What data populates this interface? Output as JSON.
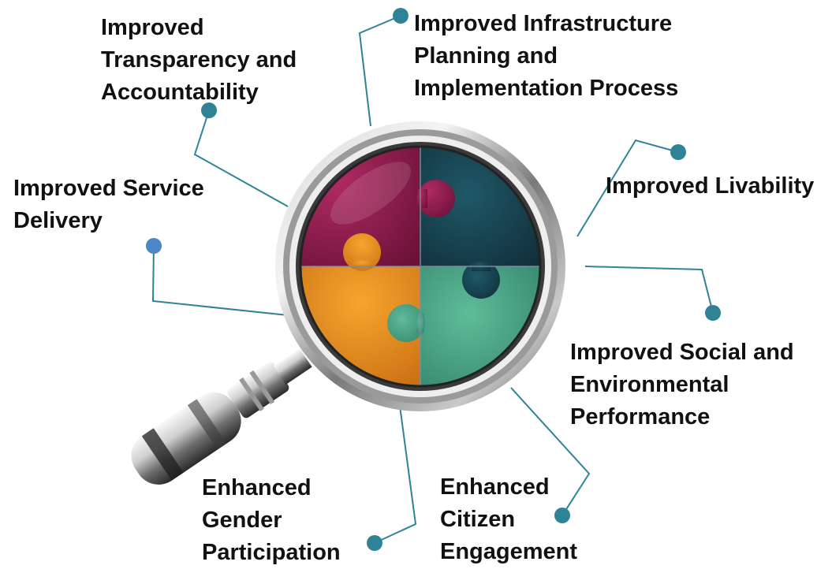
{
  "outcomes": {
    "transparency": "Improved\nTransparency and\nAccountability",
    "infrastructure": "Improved Infrastructure\nPlanning and\nImplementation Process",
    "service_delivery": "Improved Service\nDelivery",
    "livability": "Improved Livability",
    "social_environmental": "Improved Social and\nEnvironmental\nPerformance",
    "gender": "Enhanced\nGender\nParticipation",
    "citizen": "Enhanced\nCitizen\nEngagement"
  },
  "colors": {
    "connector": "#2e8496",
    "dot": "#2e8496",
    "dot_service": "#4a86c8",
    "piece_top_left": "#8a1d4e",
    "piece_top_right": "#173f4c",
    "piece_bottom_left": "#e8901f",
    "piece_bottom_right": "#4a9e82",
    "text": "#111111"
  },
  "icons": {
    "central": "magnifying-glass-icon",
    "inner": "puzzle-pieces-icon"
  }
}
